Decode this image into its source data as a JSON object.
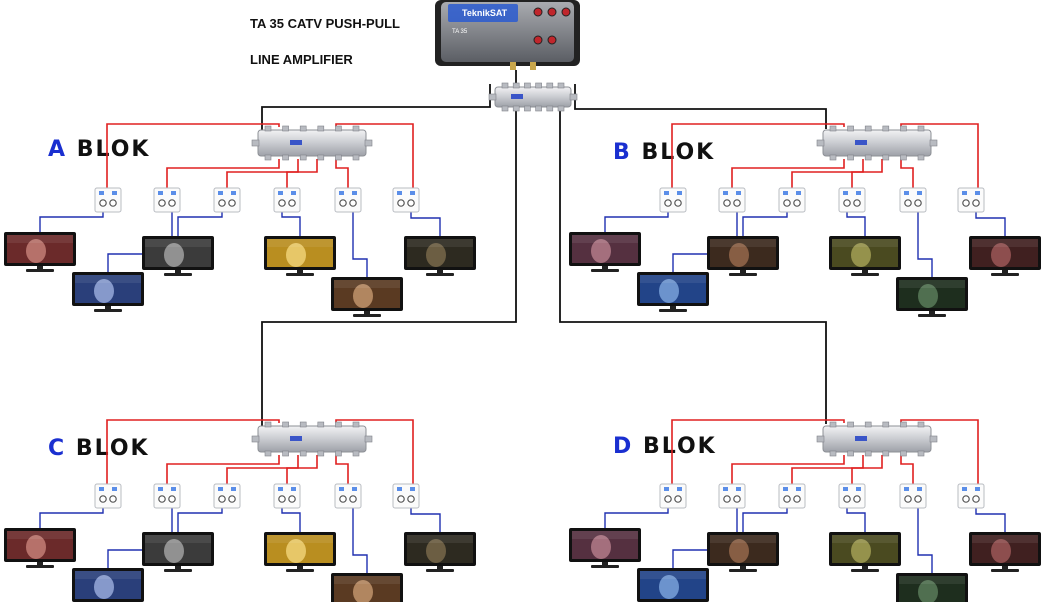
{
  "amplifier": {
    "title_line1": "TA 35 CATV PUSH-PULL",
    "title_line2": "LINE AMPLIFIER",
    "brand": "TeknikSAT",
    "model": "TA 35"
  },
  "blocks": [
    {
      "letter": "A",
      "word": "BLOK"
    },
    {
      "letter": "B",
      "word": "BLOK"
    },
    {
      "letter": "C",
      "word": "BLOK"
    },
    {
      "letter": "D",
      "word": "BLOK"
    }
  ],
  "colors": {
    "trunk_line": "#111111",
    "splitter_feed": "#e02020",
    "tv_cable": "#2030b0",
    "block_letter": "#1a2fd0"
  },
  "icons": [
    "amplifier-icon",
    "splitter-icon",
    "wall-socket-icon",
    "tv-icon"
  ]
}
